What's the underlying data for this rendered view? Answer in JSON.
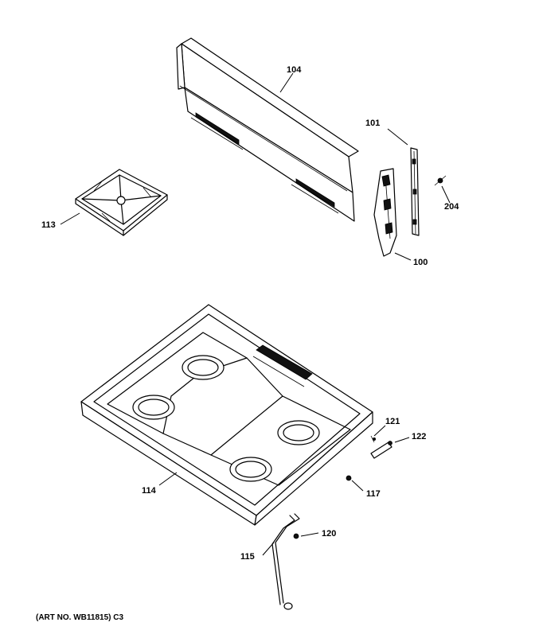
{
  "parts": {
    "p104": "104",
    "p101": "101",
    "p113": "113",
    "p204": "204",
    "p100": "100",
    "p121": "121",
    "p122": "122",
    "p114": "114",
    "p117": "117",
    "p120": "120",
    "p115": "115"
  },
  "art_number": "(ART NO. WB11815) C3"
}
